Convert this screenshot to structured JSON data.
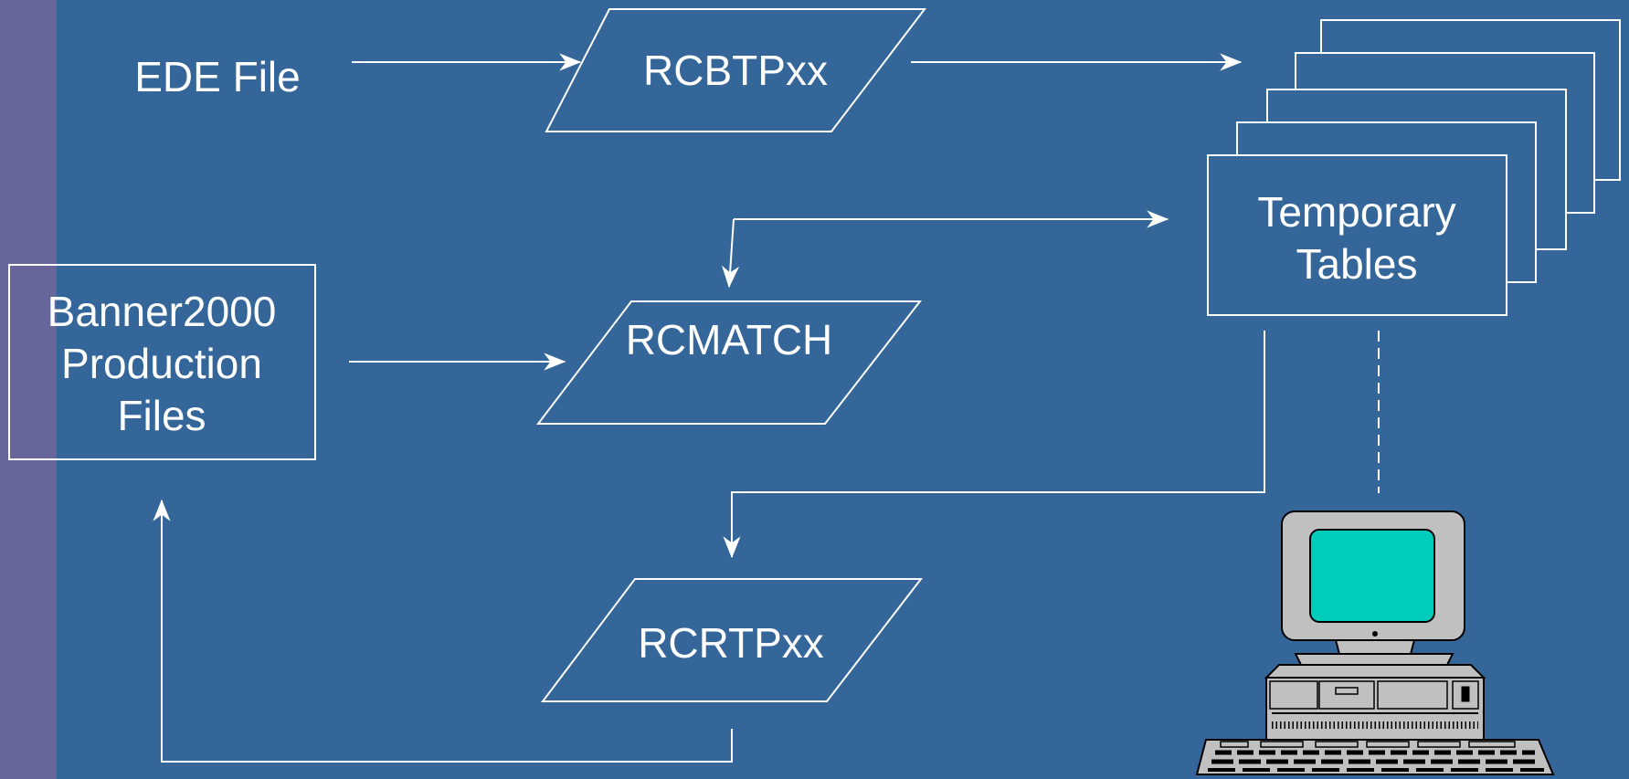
{
  "nodes": {
    "ede_file": "EDE File",
    "rcbtpxx": "RCBTPxx",
    "temporary_tables": [
      "Temporary",
      "Tables"
    ],
    "banner_production": [
      "Banner2000",
      "Production",
      "Files"
    ],
    "rcmatch": "RCMATCH",
    "rcrtpxx": "RCRTPxx"
  },
  "colors": {
    "background": "#346699",
    "left_bar": "#66669a",
    "lines": "#ffffff",
    "monitor_screen": "#00ccbb"
  },
  "icons": {
    "computer": "desktop-computer-icon"
  }
}
